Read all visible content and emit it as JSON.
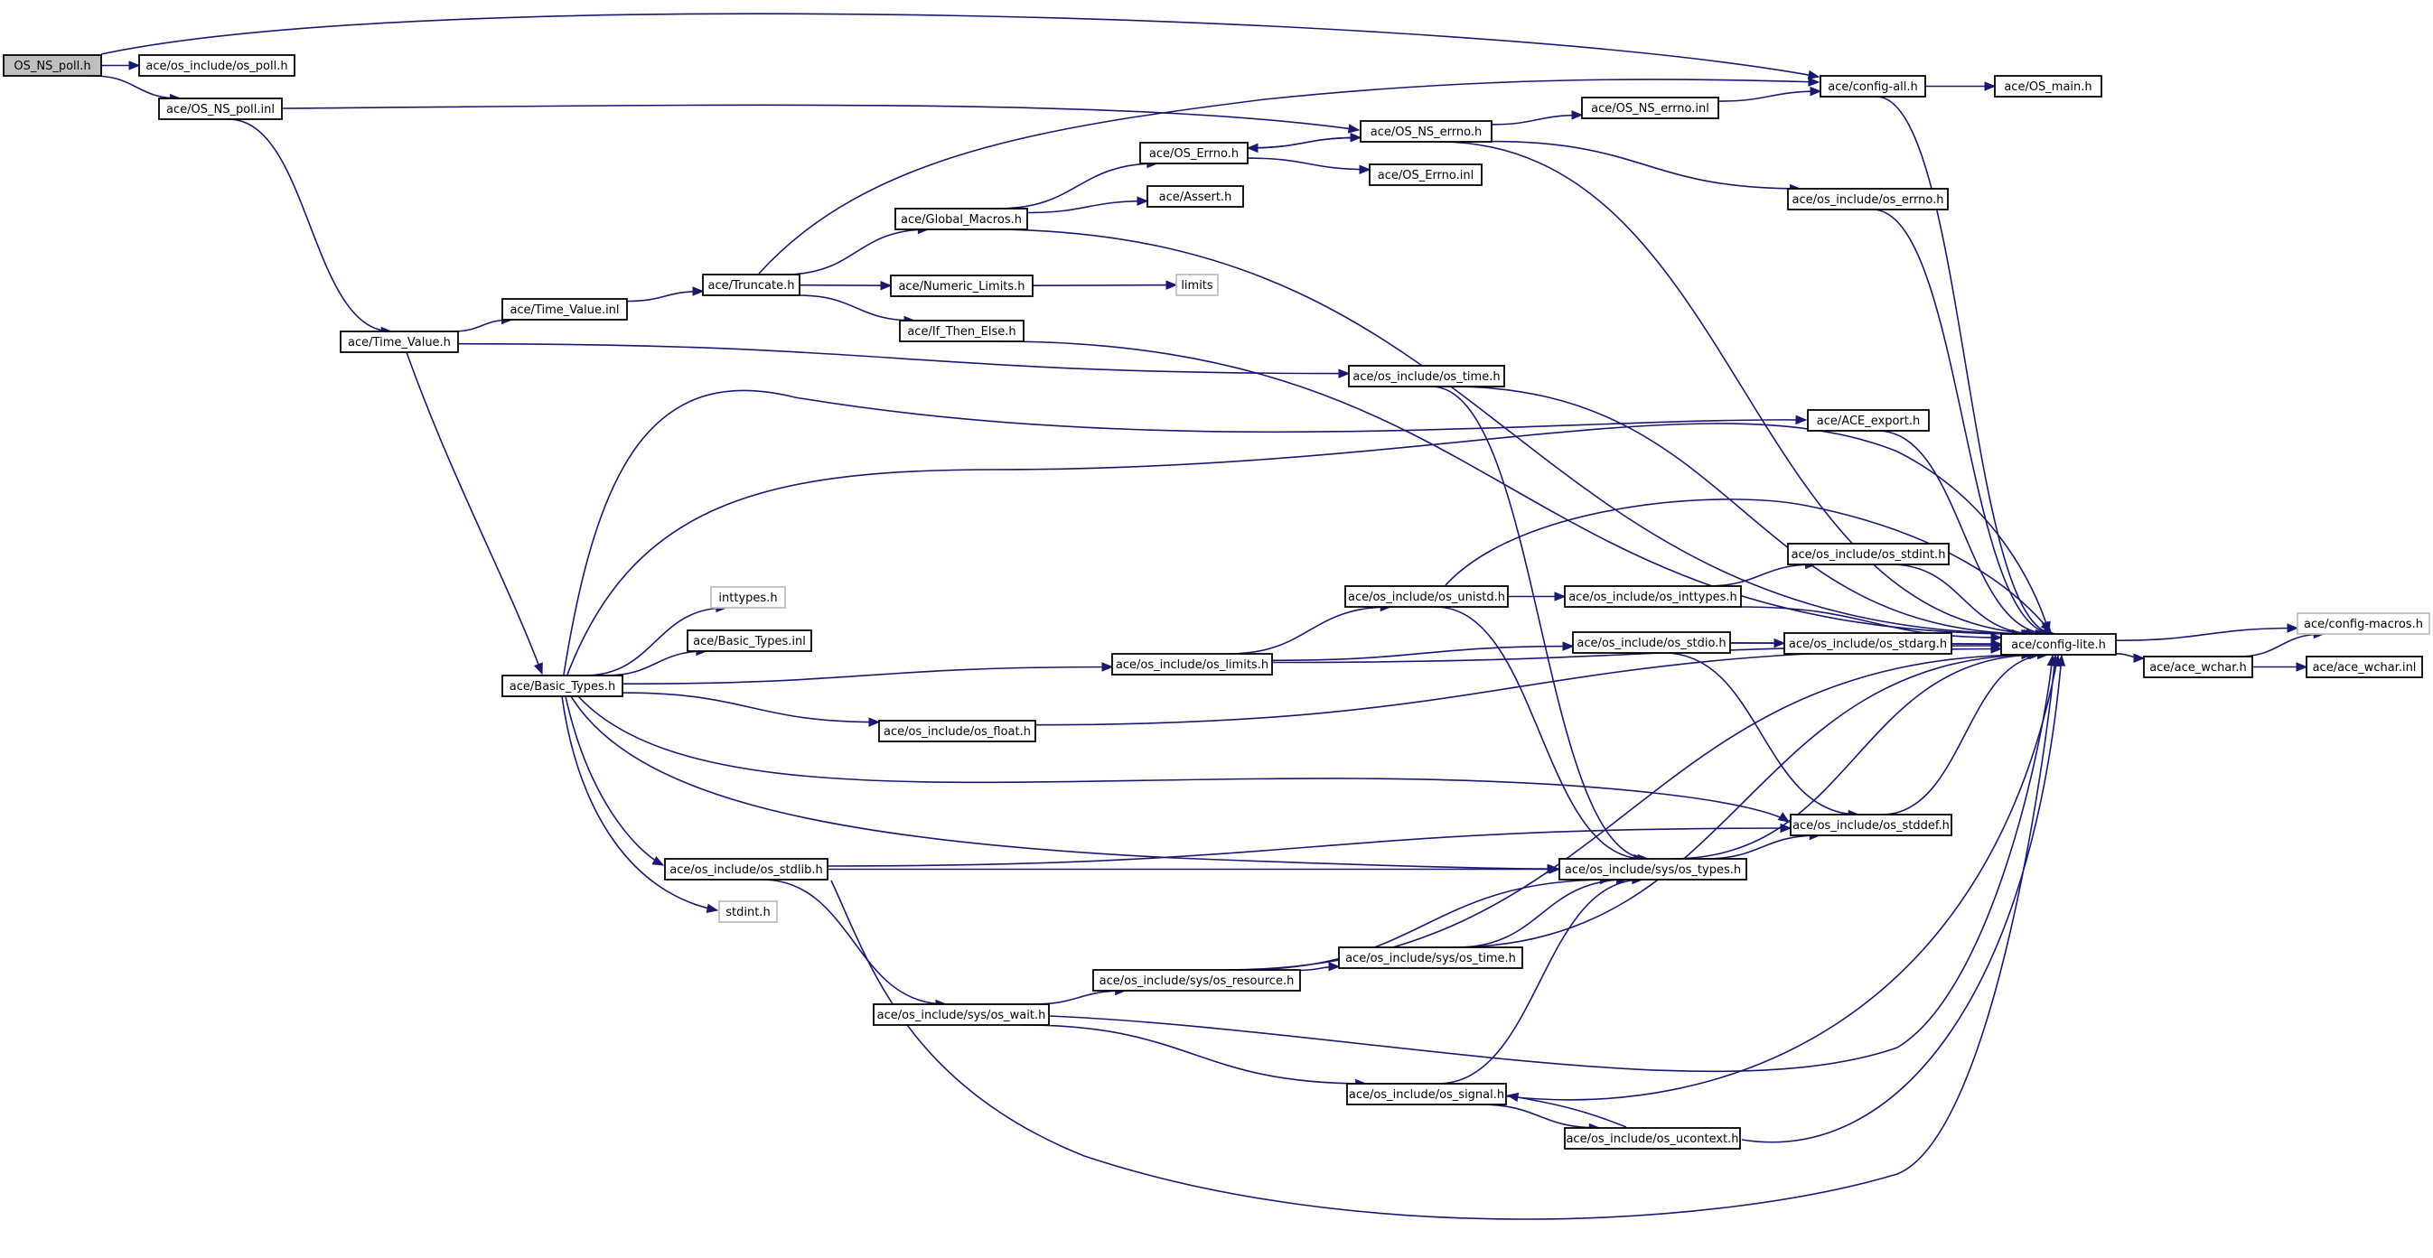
{
  "graph": {
    "edge_color": "#191970",
    "root_fill": "#bfbfbf",
    "external_border": "#bfbfbf",
    "nodes": [
      {
        "id": "os_ns_poll_h",
        "label": "OS_NS_poll.h",
        "kind": "root"
      },
      {
        "id": "os_include_os_poll_h",
        "label": "ace/os_include/os_poll.h",
        "kind": "file"
      },
      {
        "id": "os_ns_poll_inl",
        "label": "ace/OS_NS_poll.inl",
        "kind": "file"
      },
      {
        "id": "config_all_h",
        "label": "ace/config-all.h",
        "kind": "file"
      },
      {
        "id": "os_main_h",
        "label": "ace/OS_main.h",
        "kind": "file"
      },
      {
        "id": "os_ns_errno_inl",
        "label": "ace/OS_NS_errno.inl",
        "kind": "file"
      },
      {
        "id": "os_ns_errno_h",
        "label": "ace/OS_NS_errno.h",
        "kind": "file"
      },
      {
        "id": "os_errno_h",
        "label": "ace/OS_Errno.h",
        "kind": "file"
      },
      {
        "id": "os_errno_inl",
        "label": "ace/OS_Errno.inl",
        "kind": "file"
      },
      {
        "id": "assert_h",
        "label": "ace/Assert.h",
        "kind": "file"
      },
      {
        "id": "os_include_os_errno_h",
        "label": "ace/os_include/os_errno.h",
        "kind": "file"
      },
      {
        "id": "global_macros_h",
        "label": "ace/Global_Macros.h",
        "kind": "file"
      },
      {
        "id": "truncate_h",
        "label": "ace/Truncate.h",
        "kind": "file"
      },
      {
        "id": "numeric_limits_h",
        "label": "ace/Numeric_Limits.h",
        "kind": "file"
      },
      {
        "id": "limits",
        "label": "limits",
        "kind": "external"
      },
      {
        "id": "time_value_inl",
        "label": "ace/Time_Value.inl",
        "kind": "file"
      },
      {
        "id": "if_then_else_h",
        "label": "ace/If_Then_Else.h",
        "kind": "file"
      },
      {
        "id": "time_value_h",
        "label": "ace/Time_Value.h",
        "kind": "file"
      },
      {
        "id": "os_include_os_time_h",
        "label": "ace/os_include/os_time.h",
        "kind": "file"
      },
      {
        "id": "ace_export_h",
        "label": "ace/ACE_export.h",
        "kind": "file"
      },
      {
        "id": "os_include_os_stdint_h",
        "label": "ace/os_include/os_stdint.h",
        "kind": "file"
      },
      {
        "id": "os_include_os_unistd_h",
        "label": "ace/os_include/os_unistd.h",
        "kind": "file"
      },
      {
        "id": "os_include_os_inttypes_h",
        "label": "ace/os_include/os_inttypes.h",
        "kind": "file"
      },
      {
        "id": "inttypes_h",
        "label": "inttypes.h",
        "kind": "external"
      },
      {
        "id": "basic_types_inl",
        "label": "ace/Basic_Types.inl",
        "kind": "file"
      },
      {
        "id": "config_macros_h",
        "label": "ace/config-macros.h",
        "kind": "external"
      },
      {
        "id": "os_include_os_stdio_h",
        "label": "ace/os_include/os_stdio.h",
        "kind": "file"
      },
      {
        "id": "os_include_os_stdarg_h",
        "label": "ace/os_include/os_stdarg.h",
        "kind": "file"
      },
      {
        "id": "config_lite_h",
        "label": "ace/config-lite.h",
        "kind": "file"
      },
      {
        "id": "ace_wchar_h",
        "label": "ace/ace_wchar.h",
        "kind": "file"
      },
      {
        "id": "ace_wchar_inl",
        "label": "ace/ace_wchar.inl",
        "kind": "file"
      },
      {
        "id": "basic_types_h",
        "label": "ace/Basic_Types.h",
        "kind": "file"
      },
      {
        "id": "os_include_os_limits_h",
        "label": "ace/os_include/os_limits.h",
        "kind": "file"
      },
      {
        "id": "os_include_os_float_h",
        "label": "ace/os_include/os_float.h",
        "kind": "file"
      },
      {
        "id": "os_include_os_stddef_h",
        "label": "ace/os_include/os_stddef.h",
        "kind": "file"
      },
      {
        "id": "os_include_os_stdlib_h",
        "label": "ace/os_include/os_stdlib.h",
        "kind": "file"
      },
      {
        "id": "os_include_sys_os_types_h",
        "label": "ace/os_include/sys/os_types.h",
        "kind": "file"
      },
      {
        "id": "stdint_h",
        "label": "stdint.h",
        "kind": "external"
      },
      {
        "id": "os_include_sys_os_time_h",
        "label": "ace/os_include/sys/os_time.h",
        "kind": "file"
      },
      {
        "id": "os_include_sys_os_resource_h",
        "label": "ace/os_include/sys/os_resource.h",
        "kind": "file"
      },
      {
        "id": "os_include_sys_os_wait_h",
        "label": "ace/os_include/sys/os_wait.h",
        "kind": "file"
      },
      {
        "id": "os_include_os_signal_h",
        "label": "ace/os_include/os_signal.h",
        "kind": "file"
      },
      {
        "id": "os_include_os_ucontext_h",
        "label": "ace/os_include/os_ucontext.h",
        "kind": "file"
      }
    ],
    "edges": [
      {
        "from": "os_ns_poll_h",
        "to": "os_include_os_poll_h"
      },
      {
        "from": "os_ns_poll_h",
        "to": "os_ns_poll_inl"
      },
      {
        "from": "os_ns_poll_h",
        "to": "config_all_h"
      },
      {
        "from": "os_ns_poll_inl",
        "to": "os_ns_errno_h"
      },
      {
        "from": "os_ns_poll_inl",
        "to": "time_value_h"
      },
      {
        "from": "config_all_h",
        "to": "os_main_h"
      },
      {
        "from": "config_all_h",
        "to": "config_lite_h"
      },
      {
        "from": "os_ns_errno_h",
        "to": "os_ns_errno_inl"
      },
      {
        "from": "os_ns_errno_inl",
        "to": "config_all_h"
      },
      {
        "from": "os_ns_errno_h",
        "to": "os_errno_h"
      },
      {
        "from": "os_ns_errno_h",
        "to": "os_include_os_errno_h"
      },
      {
        "from": "os_ns_errno_h",
        "to": "config_lite_h"
      },
      {
        "from": "os_errno_h",
        "to": "os_errno_inl"
      },
      {
        "from": "os_errno_h",
        "to": "os_ns_errno_h"
      },
      {
        "from": "os_include_os_errno_h",
        "to": "config_lite_h"
      },
      {
        "from": "global_macros_h",
        "to": "os_errno_h"
      },
      {
        "from": "global_macros_h",
        "to": "assert_h"
      },
      {
        "from": "global_macros_h",
        "to": "config_lite_h"
      },
      {
        "from": "truncate_h",
        "to": "global_macros_h"
      },
      {
        "from": "truncate_h",
        "to": "numeric_limits_h"
      },
      {
        "from": "truncate_h",
        "to": "if_then_else_h"
      },
      {
        "from": "truncate_h",
        "to": "config_all_h"
      },
      {
        "from": "numeric_limits_h",
        "to": "limits"
      },
      {
        "from": "if_then_else_h",
        "to": "config_lite_h"
      },
      {
        "from": "time_value_inl",
        "to": "truncate_h"
      },
      {
        "from": "time_value_h",
        "to": "time_value_inl"
      },
      {
        "from": "time_value_h",
        "to": "os_include_os_time_h"
      },
      {
        "from": "time_value_h",
        "to": "basic_types_h"
      },
      {
        "from": "os_include_os_time_h",
        "to": "config_lite_h"
      },
      {
        "from": "os_include_os_time_h",
        "to": "os_include_sys_os_types_h"
      },
      {
        "from": "ace_export_h",
        "to": "config_lite_h"
      },
      {
        "from": "basic_types_h",
        "to": "ace_export_h"
      },
      {
        "from": "basic_types_h",
        "to": "config_lite_h"
      },
      {
        "from": "basic_types_h",
        "to": "inttypes_h"
      },
      {
        "from": "basic_types_h",
        "to": "basic_types_inl"
      },
      {
        "from": "basic_types_h",
        "to": "os_include_os_limits_h"
      },
      {
        "from": "basic_types_h",
        "to": "os_include_os_float_h"
      },
      {
        "from": "basic_types_h",
        "to": "os_include_os_stddef_h"
      },
      {
        "from": "basic_types_h",
        "to": "os_include_sys_os_types_h"
      },
      {
        "from": "basic_types_h",
        "to": "os_include_os_stdlib_h"
      },
      {
        "from": "basic_types_h",
        "to": "stdint_h"
      },
      {
        "from": "os_include_os_limits_h",
        "to": "os_include_os_unistd_h"
      },
      {
        "from": "os_include_os_limits_h",
        "to": "os_include_os_stdio_h"
      },
      {
        "from": "os_include_os_limits_h",
        "to": "config_lite_h"
      },
      {
        "from": "os_include_os_unistd_h",
        "to": "os_include_os_inttypes_h"
      },
      {
        "from": "os_include_os_unistd_h",
        "to": "config_lite_h"
      },
      {
        "from": "os_include_os_unistd_h",
        "to": "os_include_sys_os_types_h"
      },
      {
        "from": "os_include_os_inttypes_h",
        "to": "os_include_os_stdint_h"
      },
      {
        "from": "os_include_os_inttypes_h",
        "to": "config_lite_h"
      },
      {
        "from": "os_include_os_stdint_h",
        "to": "config_lite_h"
      },
      {
        "from": "os_include_os_stdio_h",
        "to": "os_include_os_stdarg_h"
      },
      {
        "from": "os_include_os_stdio_h",
        "to": "config_lite_h"
      },
      {
        "from": "os_include_os_stdio_h",
        "to": "os_include_os_stddef_h"
      },
      {
        "from": "os_include_os_stdarg_h",
        "to": "config_lite_h"
      },
      {
        "from": "config_lite_h",
        "to": "config_macros_h"
      },
      {
        "from": "config_lite_h",
        "to": "ace_wchar_h"
      },
      {
        "from": "ace_wchar_h",
        "to": "config_macros_h"
      },
      {
        "from": "ace_wchar_h",
        "to": "ace_wchar_inl"
      },
      {
        "from": "os_include_os_float_h",
        "to": "config_lite_h"
      },
      {
        "from": "os_include_os_stddef_h",
        "to": "config_lite_h"
      },
      {
        "from": "os_include_os_stdlib_h",
        "to": "os_include_os_stddef_h"
      },
      {
        "from": "os_include_os_stdlib_h",
        "to": "os_include_sys_os_types_h"
      },
      {
        "from": "os_include_os_stdlib_h",
        "to": "os_include_sys_os_wait_h"
      },
      {
        "from": "os_include_os_stdlib_h",
        "to": "config_lite_h"
      },
      {
        "from": "os_include_sys_os_types_h",
        "to": "os_include_os_stddef_h"
      },
      {
        "from": "os_include_sys_os_types_h",
        "to": "config_lite_h"
      },
      {
        "from": "os_include_sys_os_time_h",
        "to": "os_include_sys_os_types_h"
      },
      {
        "from": "os_include_sys_os_time_h",
        "to": "config_lite_h"
      },
      {
        "from": "os_include_sys_os_resource_h",
        "to": "os_include_sys_os_time_h"
      },
      {
        "from": "os_include_sys_os_resource_h",
        "to": "os_include_sys_os_types_h"
      },
      {
        "from": "os_include_sys_os_resource_h",
        "to": "config_lite_h"
      },
      {
        "from": "os_include_sys_os_wait_h",
        "to": "os_include_sys_os_resource_h"
      },
      {
        "from": "os_include_sys_os_wait_h",
        "to": "os_include_os_signal_h"
      },
      {
        "from": "os_include_sys_os_wait_h",
        "to": "config_lite_h"
      },
      {
        "from": "os_include_os_signal_h",
        "to": "os_include_os_ucontext_h"
      },
      {
        "from": "os_include_os_signal_h",
        "to": "os_include_sys_os_types_h"
      },
      {
        "from": "os_include_os_signal_h",
        "to": "config_lite_h"
      },
      {
        "from": "os_include_os_ucontext_h",
        "to": "os_include_os_signal_h"
      },
      {
        "from": "os_include_os_ucontext_h",
        "to": "config_lite_h"
      }
    ]
  }
}
